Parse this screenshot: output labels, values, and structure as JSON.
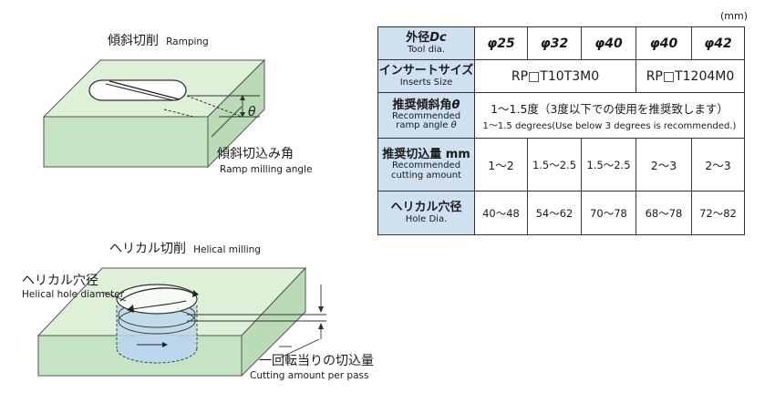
{
  "ramping": {
    "title_jp": "傾斜切削",
    "title_en": "Ramping",
    "angle_symbol": "θ",
    "angle_label_jp": "傾斜切込み角",
    "angle_label_en": "Ramp milling angle"
  },
  "helical": {
    "title_jp": "ヘリカル切削",
    "title_en": "Helical milling",
    "hole_label_jp": "ヘリカル穴径",
    "hole_label_en": "Helical hole diameter",
    "pass_label_jp": "一回転当りの切込量",
    "pass_label_en": "Cutting amount per pass"
  },
  "table": {
    "unit": "(mm)",
    "rows": {
      "tool_dia": {
        "jp": "外径",
        "jp_italic": "Dc",
        "en": "Tool dia."
      },
      "inserts": {
        "jp": "インサートサイズ",
        "en": "Inserts Size"
      },
      "ramp": {
        "jp": "推奨傾斜角",
        "jp_symbol": "θ",
        "en1": "Recommended",
        "en2": "ramp angle",
        "en_symbol": "θ"
      },
      "cut": {
        "jp": "推奨切込量 mm",
        "en1": "Recommended",
        "en2": "cutting amount"
      },
      "hole": {
        "jp": "ヘリカル穴径",
        "en": "Hole Dia."
      }
    },
    "diameters": [
      "φ25",
      "φ32",
      "φ40",
      "φ40",
      "φ42"
    ],
    "insert_sizes": [
      "RP□T10T3M0",
      "RP□T1204M0"
    ],
    "ramp_value_jp": "1〜1.5度（3度以下での使用を推奨致します）",
    "ramp_value_en": "1〜1.5 degrees(Use below 3 degrees is recommended.)",
    "cutting_amounts": [
      "1〜2",
      "1.5〜2.5",
      "1.5〜2.5",
      "2〜3",
      "2〜3"
    ],
    "hole_diameters": [
      "40〜48",
      "54〜62",
      "70〜78",
      "68〜78",
      "72〜82"
    ]
  },
  "colors": {
    "block_top": "#dff0d8",
    "block_front": "#c5e4c3",
    "block_edge": "#555555",
    "header_fill": "#cfe1f1",
    "helical_blue": "#bcd7ec"
  }
}
